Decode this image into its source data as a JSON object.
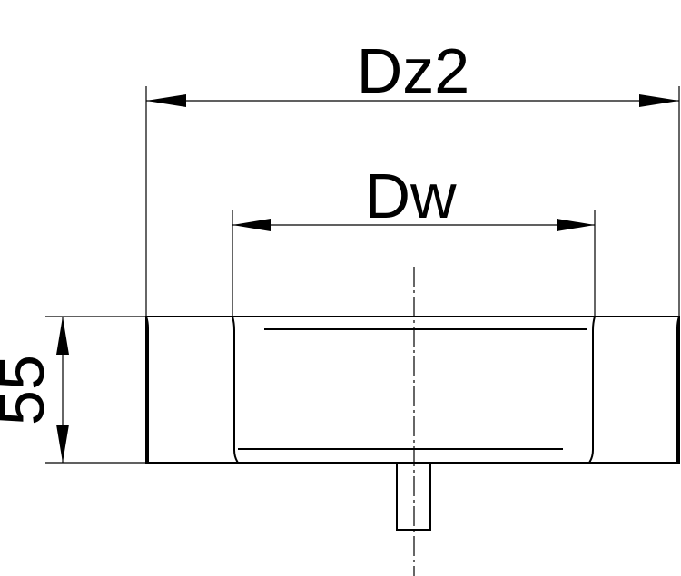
{
  "dimensions": {
    "outer_diameter_label": "Dz2",
    "inner_diameter_label": "Dw",
    "height_label": "55"
  }
}
